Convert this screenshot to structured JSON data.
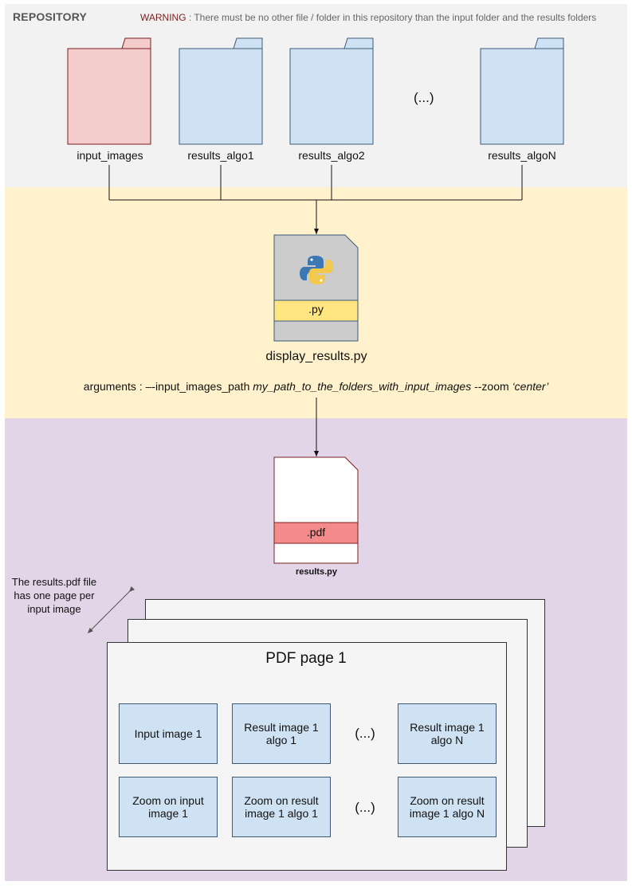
{
  "repository": {
    "title": "REPOSITORY",
    "warning_prefix": "WARNING",
    "warning_text": " : There must be no other file / folder in this repository than the input folder and the results folders",
    "folders": [
      {
        "label": "input_images",
        "kind": "input"
      },
      {
        "label": "results_algo1",
        "kind": "result"
      },
      {
        "label": "results_algo2",
        "kind": "result"
      },
      {
        "label": "results_algoN",
        "kind": "result"
      }
    ],
    "ellipsis": "(...)"
  },
  "script": {
    "extension": ".py",
    "filename": "display_results.py",
    "arguments_prefix": "arguments : –-input_images_path ",
    "arguments_path": "my_path_to_the_folders_with_input_images",
    "arguments_mid": " --zoom ",
    "arguments_zoom": "‘center’"
  },
  "output": {
    "extension": ".pdf",
    "filename": "results.py",
    "note": "The results.pdf file has one page per input image",
    "pdf_page_title": "PDF page 1",
    "grid_row1": [
      "Input image 1",
      "Result image 1 algo 1",
      "(...)",
      "Result image 1 algo N"
    ],
    "grid_row2": [
      "Zoom on input image 1",
      "Zoom on result image 1 algo 1",
      "(...)",
      "Zoom on result image 1 algo N"
    ]
  },
  "colors": {
    "repo_band": "#f2f2f2",
    "script_band": "#fff2cc",
    "output_band": "#e1d5e7",
    "input_folder_fill": "#f4cccc",
    "input_folder_stroke": "#7a1f1f",
    "result_folder_fill": "#cfe2f3",
    "result_folder_stroke": "#3c5a78",
    "py_stripe": "#ffe680",
    "pdf_stripe": "#f48a8a"
  }
}
